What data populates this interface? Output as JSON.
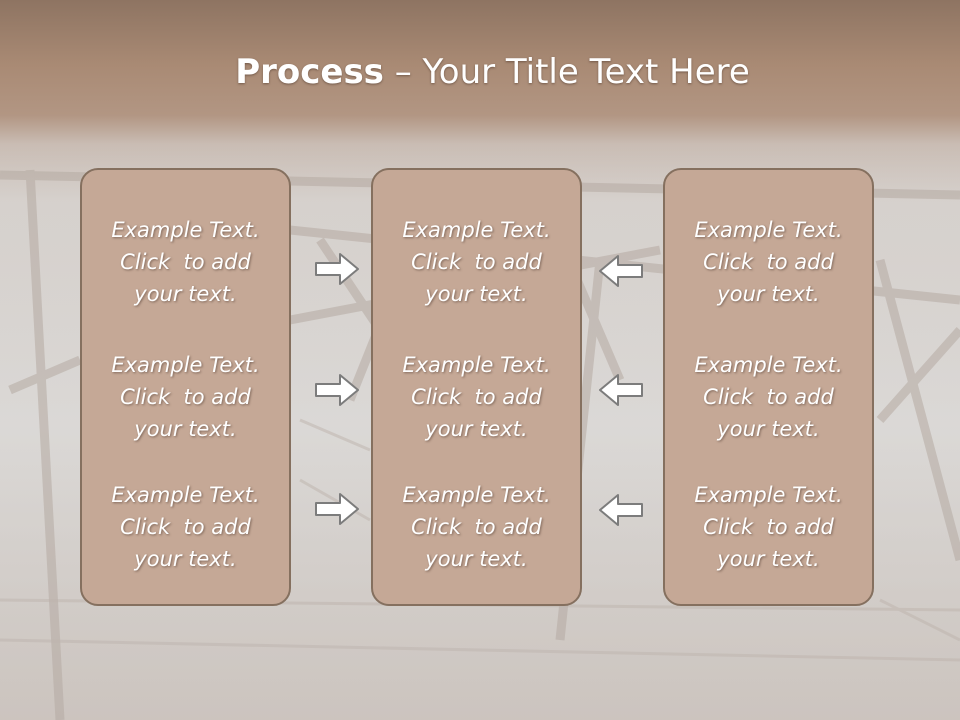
{
  "slide": {
    "title_bold": "Process",
    "title_rest": " – Your Title Text Here",
    "columns": [
      {
        "entries": [
          {
            "l1": "Example Text.",
            "l2": "Click  to add",
            "l3": "your text."
          },
          {
            "l1": "Example Text.",
            "l2": "Click  to add",
            "l3": "your text."
          },
          {
            "l1": "Example Text.",
            "l2": "Click  to add",
            "l3": "your text."
          }
        ]
      },
      {
        "entries": [
          {
            "l1": "Example Text.",
            "l2": "Click  to add",
            "l3": "your text."
          },
          {
            "l1": "Example Text.",
            "l2": "Click  to add",
            "l3": "your text."
          },
          {
            "l1": "Example Text.",
            "l2": "Click  to add",
            "l3": "your text."
          }
        ]
      },
      {
        "entries": [
          {
            "l1": "Example Text.",
            "l2": "Click  to add",
            "l3": "your text."
          },
          {
            "l1": "Example Text.",
            "l2": "Click  to add",
            "l3": "your text."
          },
          {
            "l1": "Example Text.",
            "l2": "Click  to add",
            "l3": "your text."
          }
        ]
      }
    ],
    "arrows": [
      {
        "icon": "arrow-right-icon"
      },
      {
        "icon": "arrow-right-icon"
      },
      {
        "icon": "arrow-right-icon"
      },
      {
        "icon": "arrow-left-icon"
      },
      {
        "icon": "arrow-left-icon"
      },
      {
        "icon": "arrow-left-icon"
      }
    ],
    "colors": {
      "box_fill": "#c5a896",
      "box_border": "#85705f",
      "header": "#8e7462",
      "text": "#ffffff"
    }
  }
}
